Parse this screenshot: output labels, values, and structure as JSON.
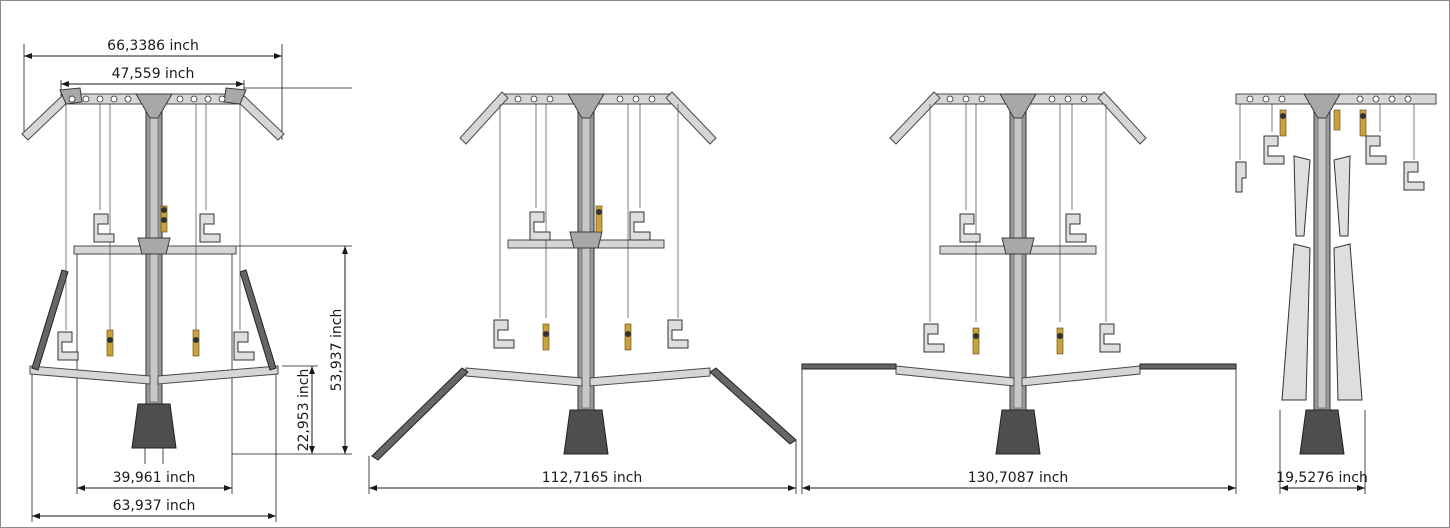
{
  "dimensions": {
    "overall_top": "66,3386 inch",
    "inner_top": "47,559 inch",
    "lower_height": "53,937 inch",
    "base_height": "22,953 inch",
    "middle_width": "39,961 inch",
    "bottom_width": "63,937 inch",
    "config2_span": "112,7165 inch",
    "config3_span": "130,7087 inch",
    "folded_width": "19,5276 inch"
  },
  "colors": {
    "line": "#1a1a1a",
    "frame": "#8a8a8a",
    "base": "#4e4e4e",
    "counterweight": "#c9a23a"
  }
}
